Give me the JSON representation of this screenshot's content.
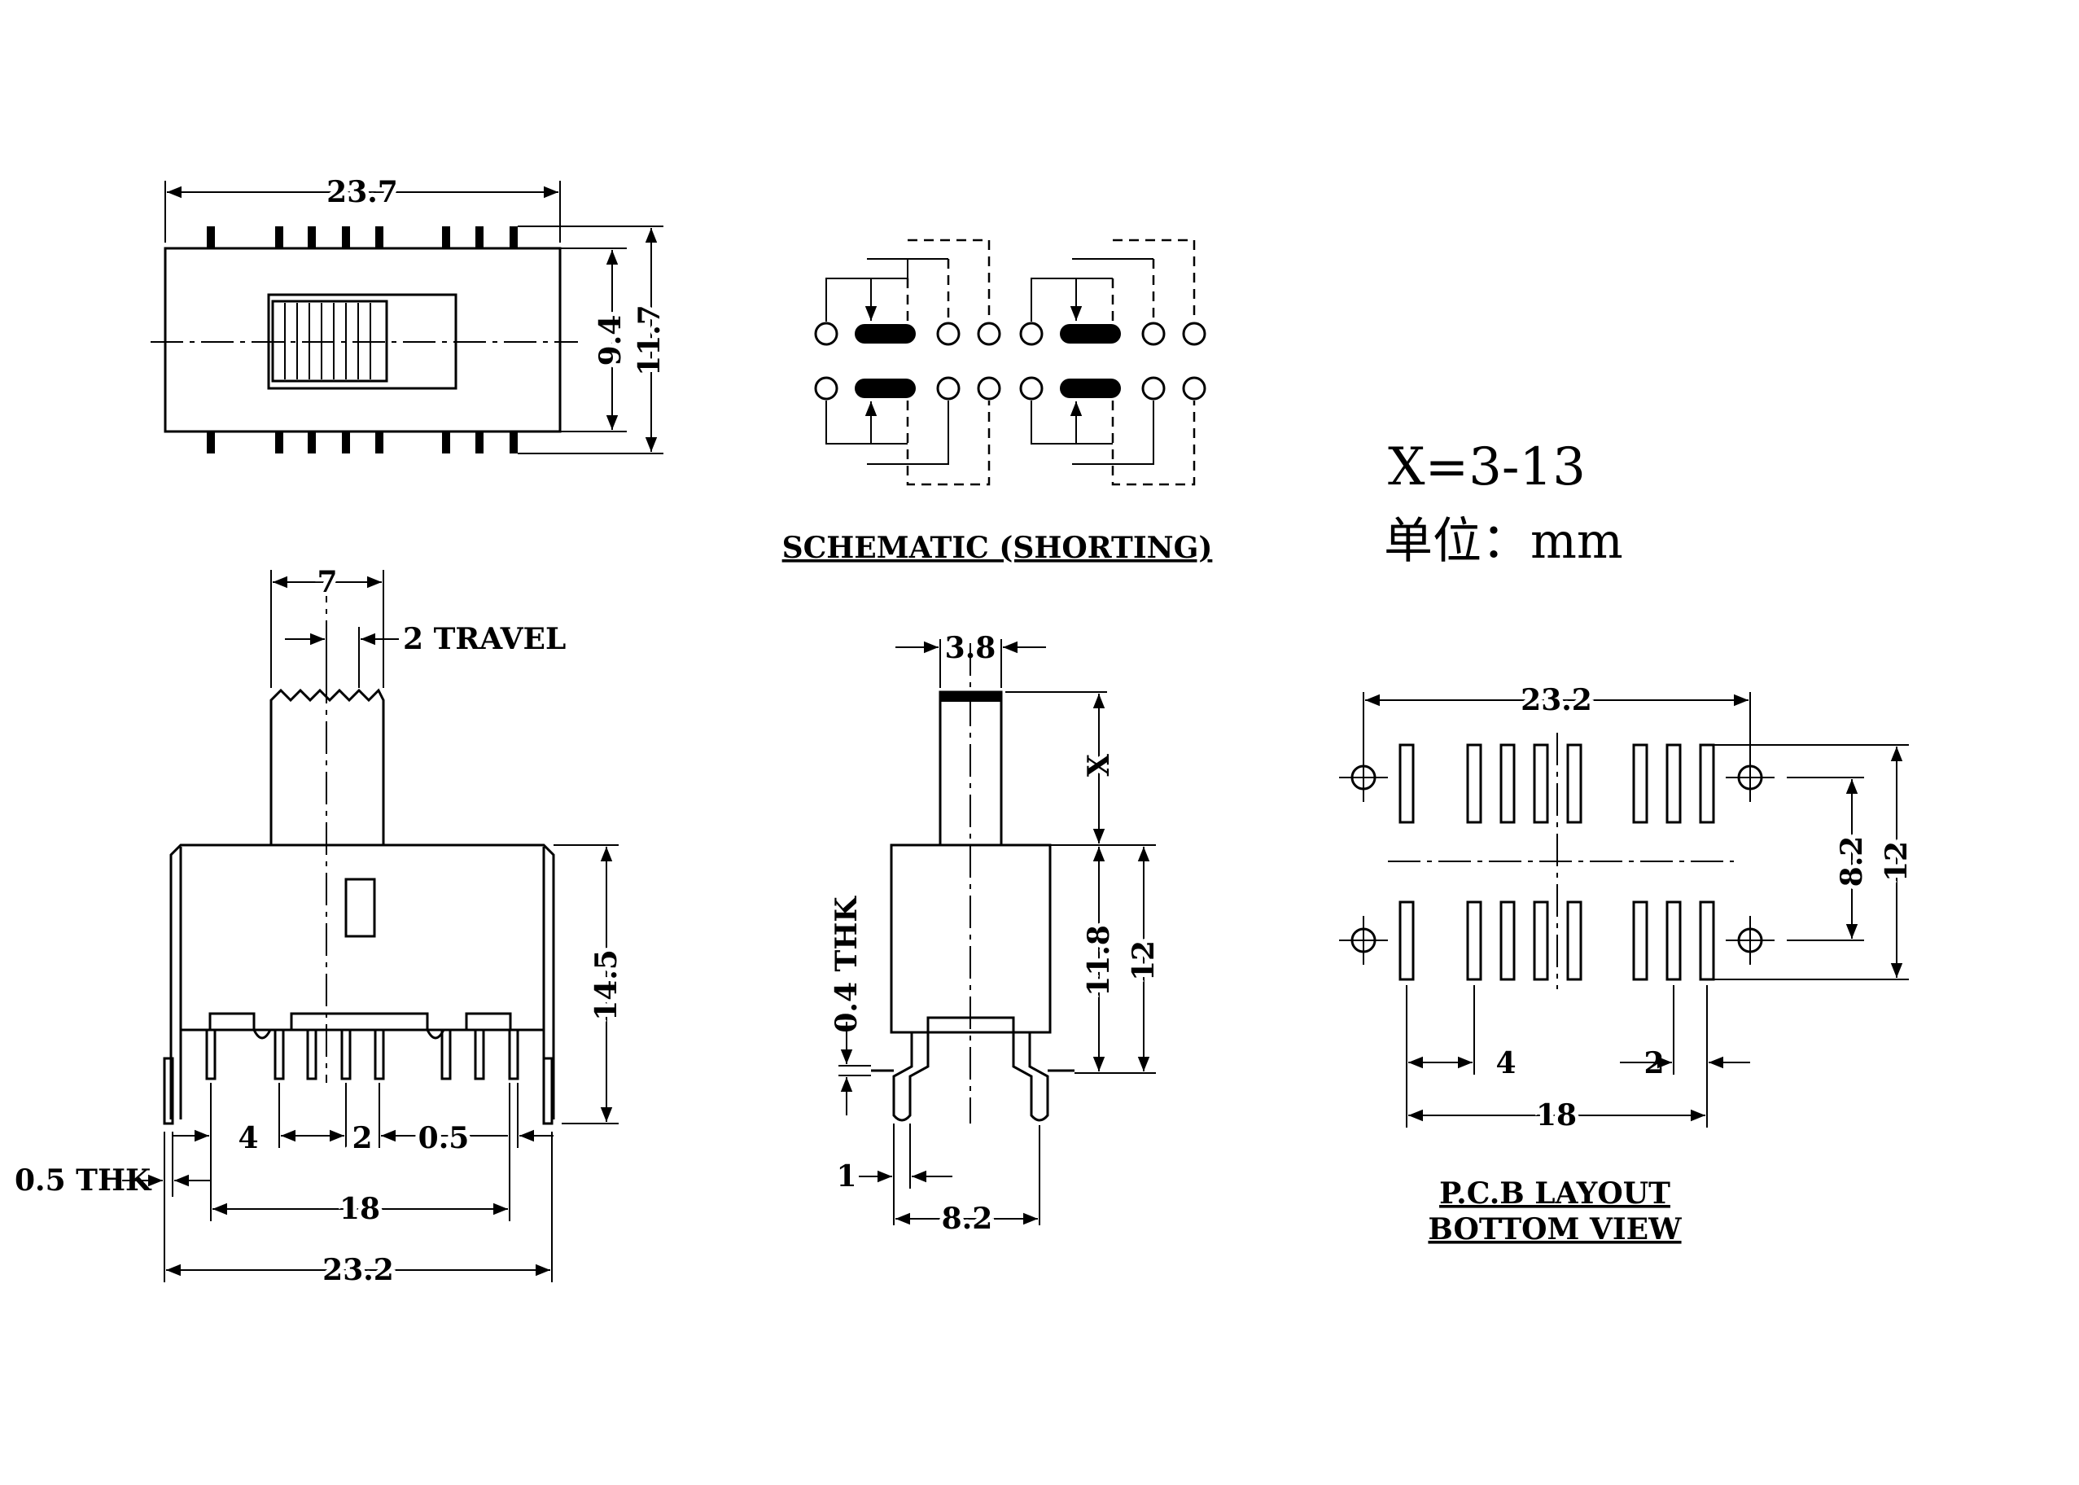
{
  "top_view": {
    "width": "23.7",
    "inner_h": "9.4",
    "outer_h": "11.7"
  },
  "schematic": {
    "title": "SCHEMATIC (SHORTING)"
  },
  "spec": {
    "x_range": "X=3-13",
    "unit": "单位：mm"
  },
  "front_view": {
    "actuator_w": "7",
    "travel": "2 TRAVEL",
    "height": "14.5",
    "pitch_a": "4",
    "pitch_b": "2",
    "pin_w": "0.5",
    "thk": "0.5 THK",
    "pin_span": "18",
    "overall": "23.2"
  },
  "side_view": {
    "actuator_w": "3.8",
    "x": "X",
    "body_h": "11.8",
    "total_h": "12",
    "thk": "0.4 THK",
    "pin": "1",
    "span": "8.2"
  },
  "pcb": {
    "width": "23.2",
    "row_pitch": "8.2",
    "height": "12",
    "pitch_a": "4",
    "pitch_b": "2",
    "span": "18",
    "title1": "P.C.B LAYOUT",
    "title2": "BOTTOM VIEW"
  }
}
